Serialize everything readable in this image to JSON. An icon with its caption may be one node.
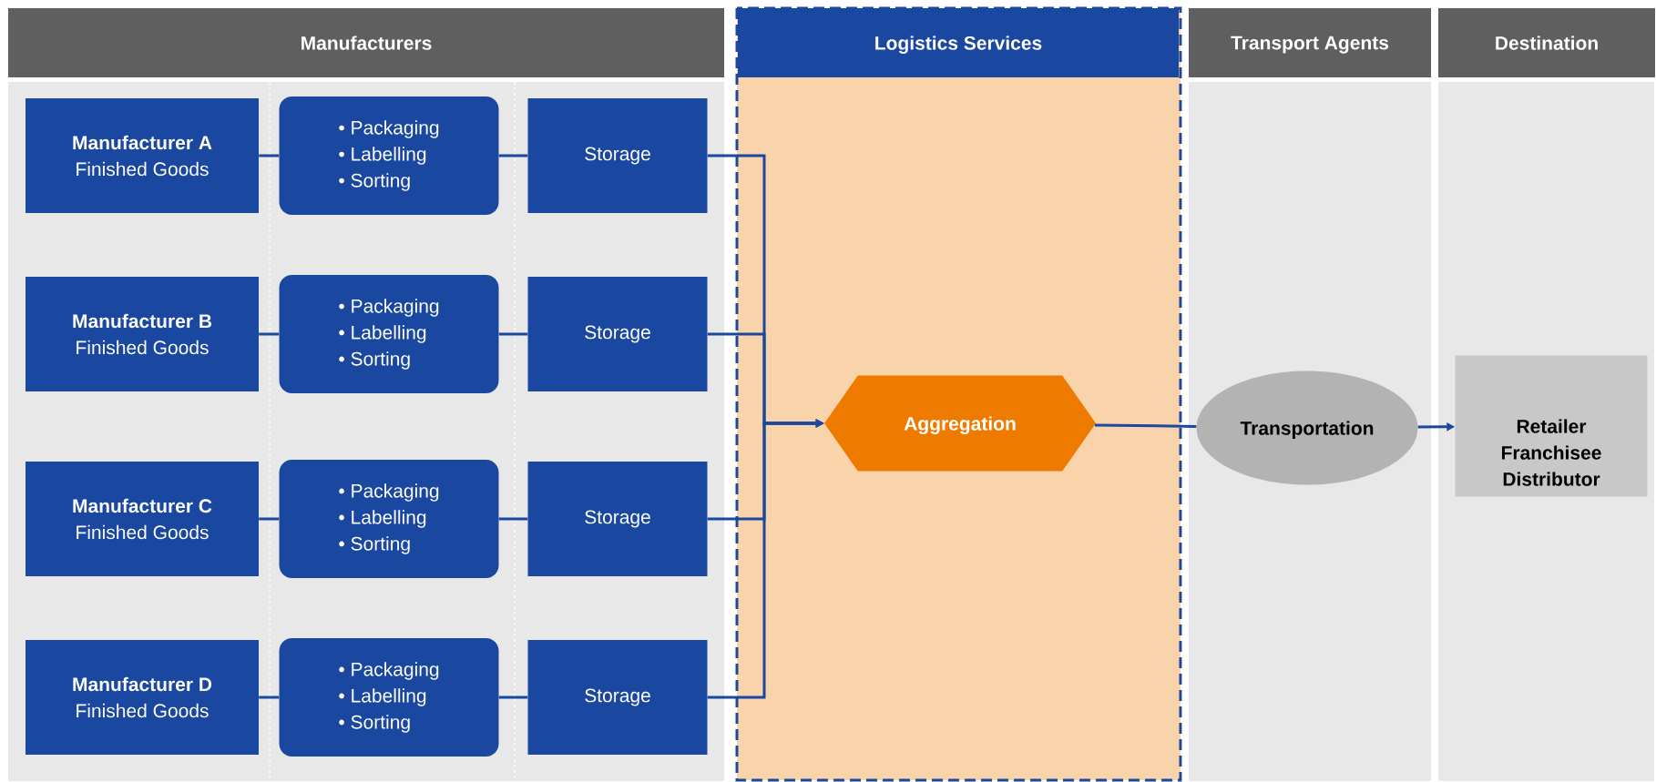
{
  "diagram": {
    "nodes": [
      {
        "text": [
          "Manufacturers"
        ]
      },
      {
        "text": [
          "Logistics Services"
        ]
      },
      {
        "text": [
          "Transport Agents"
        ]
      },
      {
        "text": [
          "Destination"
        ]
      },
      {
        "text": [
          "Manufacturer A",
          "Finished Goods"
        ]
      },
      {
        "text": [
          "• Packaging",
          "• Labelling",
          "• Sorting"
        ]
      },
      {
        "text": [
          "Storage"
        ]
      },
      {
        "text": [
          "Manufacturer B",
          "Finished Goods"
        ]
      },
      {
        "text": [
          "• Packaging",
          "• Labelling",
          "• Sorting"
        ]
      },
      {
        "text": [
          "Storage"
        ]
      },
      {
        "text": [
          "Manufacturer C",
          "Finished Goods"
        ]
      },
      {
        "text": [
          "• Packaging",
          "• Labelling",
          "• Sorting"
        ]
      },
      {
        "text": [
          "Storage"
        ]
      },
      {
        "text": [
          "Manufacturer D",
          "Finished Goods"
        ]
      },
      {
        "text": [
          "• Packaging",
          "• Labelling",
          "• Sorting"
        ]
      },
      {
        "text": [
          "Storage"
        ]
      },
      {
        "text": [
          "Aggregation"
        ]
      },
      {
        "text": [
          "Transportation"
        ]
      },
      {
        "text": [
          "Retailer Franchisee Distributor"
        ]
      }
    ],
    "edges": [
      {
        "from": 4,
        "to": 5,
        "arrow": "none"
      },
      {
        "from": 5,
        "to": 6,
        "arrow": "none"
      },
      {
        "from": 7,
        "to": 8,
        "arrow": "none"
      },
      {
        "from": 8,
        "to": 9,
        "arrow": "none"
      },
      {
        "from": 10,
        "to": 11,
        "arrow": "none"
      },
      {
        "from": 11,
        "to": 12,
        "arrow": "none"
      },
      {
        "from": 13,
        "to": 14,
        "arrow": "none"
      },
      {
        "from": 14,
        "to": 15,
        "arrow": "none"
      },
      {
        "from": 6,
        "to": 16,
        "arrow": "to"
      },
      {
        "from": 9,
        "to": 16,
        "arrow": "to"
      },
      {
        "from": 12,
        "to": 16,
        "arrow": "to"
      },
      {
        "from": 15,
        "to": 16,
        "arrow": "to"
      },
      {
        "from": 16,
        "to": 17,
        "arrow": "none"
      },
      {
        "from": 17,
        "to": 18,
        "arrow": "to"
      }
    ]
  }
}
